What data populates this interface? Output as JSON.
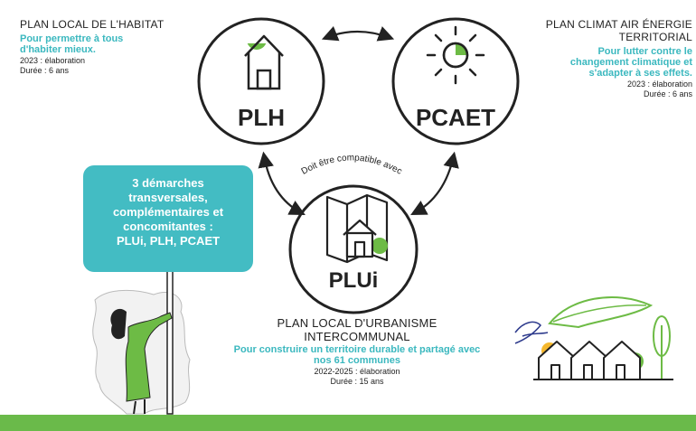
{
  "plh": {
    "title": "PLAN LOCAL DE L'HABITAT",
    "subtitle_line1": "Pour permettre à tous",
    "subtitle_line2": "d'habiter mieux.",
    "status": "2023 : élaboration",
    "duration": "Durée : 6 ans",
    "circle_label": "PLH"
  },
  "pcaet": {
    "title_line1": "PLAN CLIMAT AIR ÉNERGIE",
    "title_line2": "TERRITORIAL",
    "subtitle_line1": "Pour lutter contre le",
    "subtitle_line2": "changement climatique et",
    "subtitle_line3": "s'adapter à ses effets.",
    "status": "2023 : élaboration",
    "duration": "Durée : 6 ans",
    "circle_label": "PCAET"
  },
  "plui": {
    "title_line1": "PLAN LOCAL D'URBANISME",
    "title_line2": "INTERCOMMUNAL",
    "subtitle_line1": "Pour construire un territoire durable et partagé avec",
    "subtitle_line2": "nos 61 communes",
    "status": "2022-2025 : élaboration",
    "duration": "Durée : 15 ans",
    "circle_label": "PLUi"
  },
  "compat_text": "Doit être compatible avec",
  "sign": {
    "line1": "3 démarches",
    "line2": "transversales,",
    "line3": "complémentaires et",
    "line4": "concomitantes :",
    "line5": "PLUi, PLH, PCAET"
  },
  "colors": {
    "teal": "#43bcc3",
    "green": "#6dbb45",
    "dark": "#222222",
    "yellow": "#f5b82e",
    "grass": "#6aba4a"
  }
}
